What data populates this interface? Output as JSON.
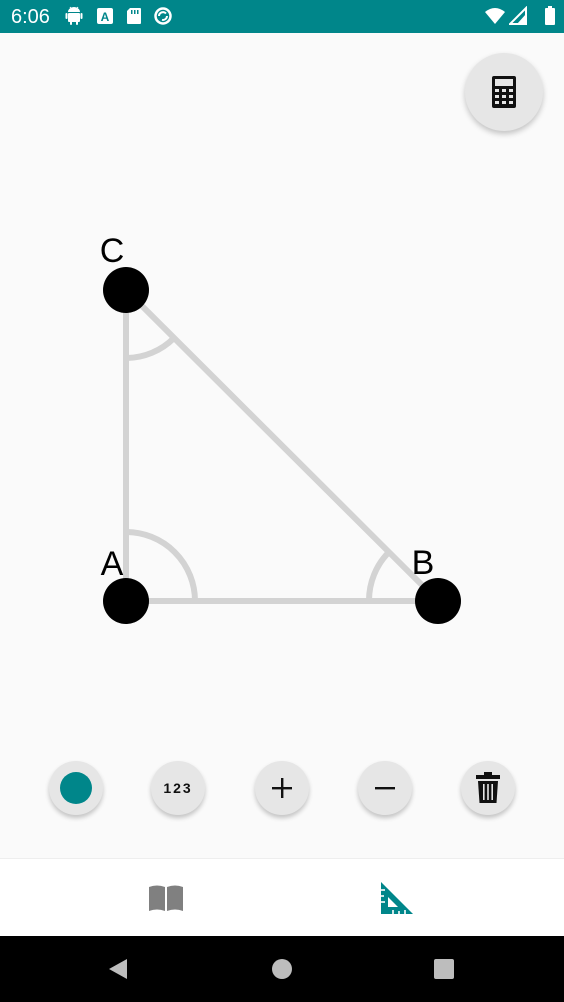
{
  "status_bar": {
    "time": "6:06",
    "background": "#00868a",
    "left_icons": [
      "android-icon",
      "font-a-icon",
      "sd-card-icon",
      "sync-circle-icon"
    ],
    "right_icons": [
      "wifi-icon",
      "signal-icon",
      "battery-icon"
    ]
  },
  "triangle": {
    "vertex_labels": {
      "a": "A",
      "b": "B",
      "c": "C"
    },
    "line_color": "#d3d3d3",
    "point_color": "#000000"
  },
  "calculator_button": {
    "icon": "calculator-icon"
  },
  "toolbar": {
    "color_picker": {
      "icon": "color-dot-icon",
      "color": "#00868a"
    },
    "numbers_label": "123",
    "add_icon": "plus-icon",
    "remove_icon": "minus-icon",
    "delete_icon": "trash-icon"
  },
  "bottom_nav": {
    "items": [
      {
        "icon": "book-icon",
        "active": false,
        "color": "#808080"
      },
      {
        "icon": "set-square-icon",
        "active": true,
        "color": "#00868a"
      }
    ]
  },
  "system_nav": {
    "icons": [
      "back-icon",
      "home-icon",
      "recents-icon"
    ]
  }
}
